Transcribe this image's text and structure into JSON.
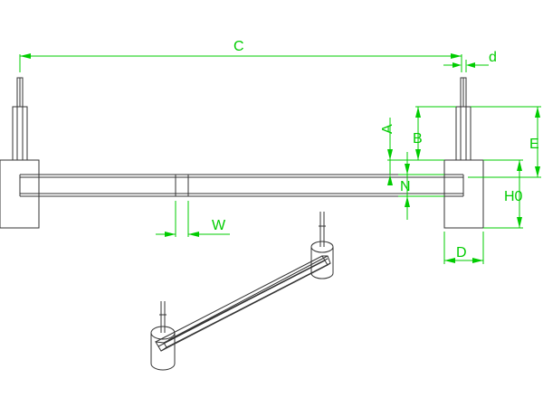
{
  "labels": {
    "C": "C",
    "d": "d",
    "A": "A",
    "B": "B",
    "E": "E",
    "N": "N",
    "H0": "H0",
    "W": "W",
    "D": "D"
  },
  "colors": {
    "dimension": "#00cc00",
    "outline": "#333333",
    "background": "#ffffff"
  }
}
